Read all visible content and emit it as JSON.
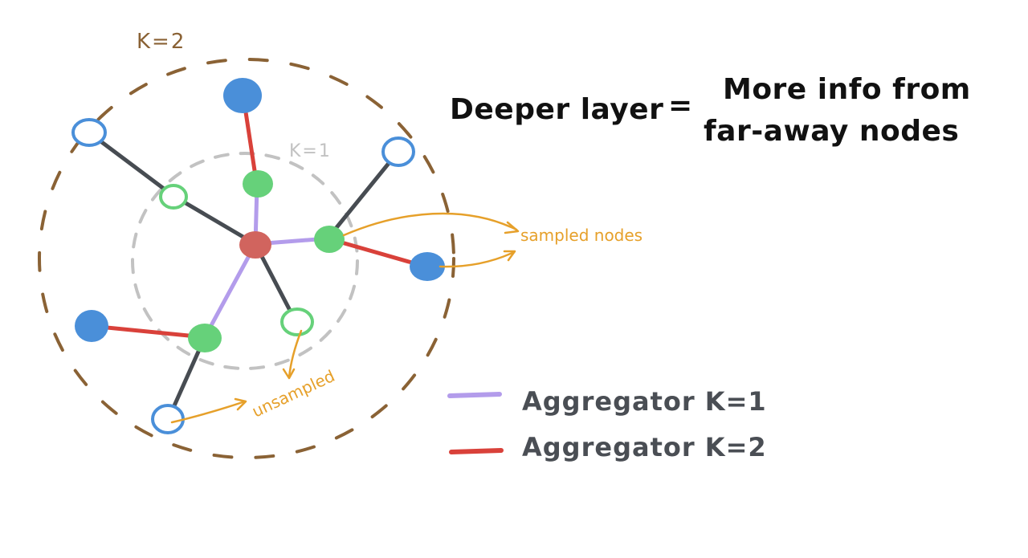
{
  "rings": {
    "outer_label": "K=2",
    "inner_label": "K=1",
    "outer_color": "#8a6235",
    "inner_color": "#c2c2c2"
  },
  "headline": {
    "left": "Deeper layer",
    "equals": "=",
    "right_line1": "More info from",
    "right_line2": "far-away nodes"
  },
  "annotations": {
    "sampled": "sampled nodes",
    "unsampled": "unsampled",
    "color": "#e6a02a"
  },
  "legend": {
    "items": [
      {
        "label": "Aggregator K=1",
        "color": "#b39ceb"
      },
      {
        "label": "Aggregator K=2",
        "color": "#d9413a"
      }
    ]
  },
  "colors": {
    "center_node": "#d1645e",
    "hop1_sampled": "#66d17a",
    "hop2_sampled": "#4a8fd9",
    "unsampled_edge": "#474c52",
    "k1_edge": "#b39ceb",
    "k2_edge": "#d9413a"
  }
}
